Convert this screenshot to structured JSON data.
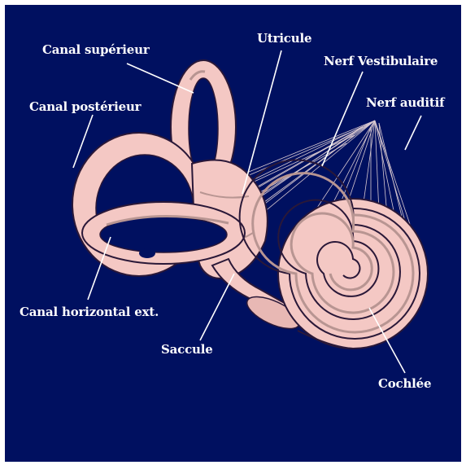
{
  "colors": {
    "background": "#001060",
    "frame": "#ffffff",
    "organ_fill": "#f4c8c4",
    "organ_shadow": "#b89592",
    "outline": "#2a1838",
    "leader_lines": "#ffffff"
  },
  "labels": {
    "canal_superieur": "Canal supérieur",
    "canal_posterieur": "Canal postérieur",
    "utricule": "Utricule",
    "nerf_vestibulaire": "Nerf  Vestibulaire",
    "nerf_auditif": "Nerf  auditif",
    "canal_horizontal": "Canal horizontal ext.",
    "saccule": "Saccule",
    "cochlee": "Cochlée"
  }
}
